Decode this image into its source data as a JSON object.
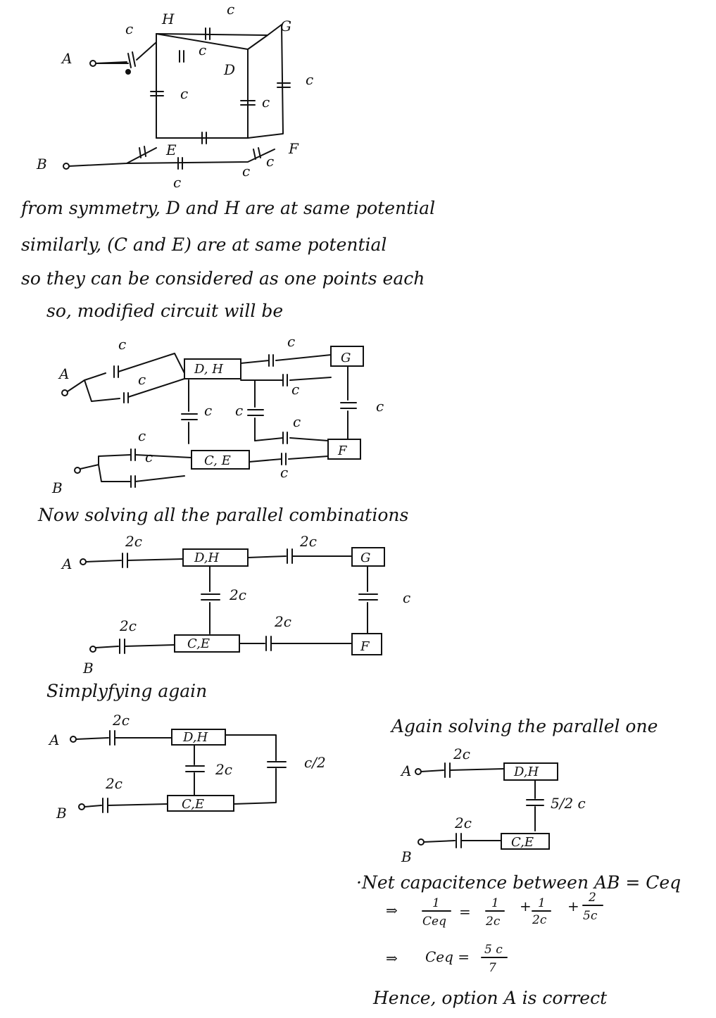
{
  "document": {
    "diagram1": {
      "nodes": {
        "A": "A",
        "B": "B",
        "C": "c",
        "D": "D",
        "E": "E",
        "F": "F",
        "G": "G",
        "H": "H"
      },
      "cap_label": "c"
    },
    "text": {
      "line1": "from symmetry, D and H are at same potential",
      "line2": "similarly, (C and E) are at same potential",
      "line3": "so they can be considered as one points each",
      "line4": "so, modified circuit will be",
      "line5": "Now solving all the parallel combinations",
      "line6": "Simplyfying again",
      "line7": "Again solving the parallel one",
      "line8": "·Net capacitence between AB = Ceq",
      "line9": "Hence, option A is correct"
    },
    "diagram2": {
      "node_A": "A",
      "node_B": "B",
      "box_DH": "D, H",
      "box_G": "G",
      "box_CE": "C, E",
      "box_F": "F",
      "cap": "c"
    },
    "diagram3": {
      "node_A": "A",
      "node_B": "B",
      "box_DH": "D,H",
      "box_G": "G",
      "box_CE": "C,E",
      "box_F": "F",
      "cap_2c": "2c",
      "cap_c": "c"
    },
    "diagram4": {
      "node_A": "A",
      "node_B": "B",
      "box_DH": "D,H",
      "box_CE": "C,E",
      "cap_2c": "2c",
      "cap_half": "c/2"
    },
    "diagram5": {
      "node_A": "A",
      "node_B": "B",
      "box_DH": "D,H",
      "box_CE": "C,E",
      "cap_2c": "2c",
      "cap_5half": "5/2 c"
    },
    "equations": {
      "eq1_prefix": "⇒",
      "eq1_lhs_num": "1",
      "eq1_lhs_den": "Ceq",
      "eq1_t1_num": "1",
      "eq1_t1_den": "2c",
      "eq1_t2_num": "1",
      "eq1_t2_den": "2c",
      "eq1_t3_num": "2",
      "eq1_t3_den": "5c",
      "eq2_prefix": "⇒",
      "eq2_lhs": "Ceq =",
      "eq2_num": "5 c",
      "eq2_den": "7"
    }
  }
}
